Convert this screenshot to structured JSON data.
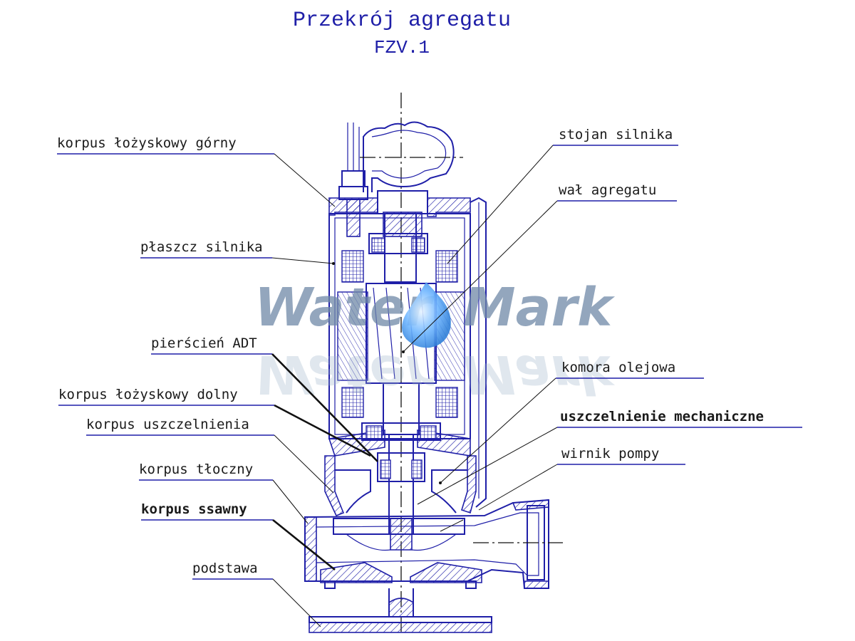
{
  "title": {
    "main": "Przekrój agregatu",
    "sub": "FZV.1"
  },
  "watermark": {
    "left": "Water",
    "right": "Mark"
  },
  "labels": [
    {
      "id": "korpus-lozyskowy-gorny",
      "text": "korpus łożyskowy górny",
      "bold": false
    },
    {
      "id": "plaszcz-silnika",
      "text": "płaszcz silnika",
      "bold": false
    },
    {
      "id": "pierscien-adt",
      "text": "pierścień ADT",
      "bold": false
    },
    {
      "id": "korpus-lozyskowy-dolny",
      "text": "korpus łożyskowy dolny",
      "bold": false
    },
    {
      "id": "korpus-uszczelnienia",
      "text": "korpus uszczelnienia",
      "bold": false
    },
    {
      "id": "korpus-tloczny",
      "text": "korpus tłoczny",
      "bold": false
    },
    {
      "id": "korpus-ssawny",
      "text": "korpus ssawny",
      "bold": false
    },
    {
      "id": "podstawa",
      "text": "podstawa",
      "bold": false
    },
    {
      "id": "stojan-silnika",
      "text": "stojan silnika",
      "bold": false
    },
    {
      "id": "wal-agregatu",
      "text": "wał agregatu",
      "bold": false
    },
    {
      "id": "komora-olejowa",
      "text": "komora olejowa",
      "bold": false
    },
    {
      "id": "uszczelnienie-mechaniczne",
      "text": "uszczelnienie mechaniczne",
      "bold": true
    },
    {
      "id": "wirnik-pompy",
      "text": "wirnik pompy",
      "bold": false
    }
  ],
  "colors": {
    "drawing": "#1f1fa8",
    "leader": "#111111",
    "watermark": "#6f89a8",
    "drop": "#6fb6ff"
  }
}
